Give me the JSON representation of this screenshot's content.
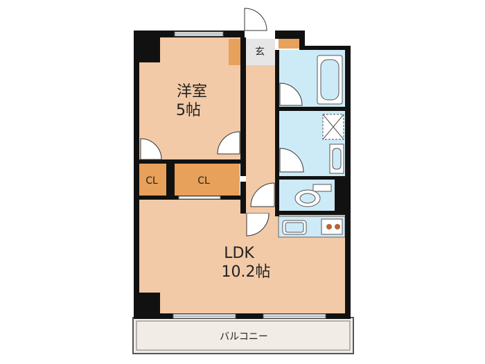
{
  "floorplan": {
    "rooms": {
      "western_room": {
        "name": "洋室",
        "size": "5帖"
      },
      "ldk": {
        "name": "LDK",
        "size": "10.2帖"
      },
      "closet_left": {
        "label": "CL"
      },
      "closet_right": {
        "label": "CL"
      },
      "entrance": {
        "label": "玄"
      },
      "balcony": {
        "label": "バルコニー"
      }
    },
    "colors": {
      "room_fill": "#f2caa7",
      "wet_area_fill": "#cdeaf7",
      "closet_fill": "#e8a15a",
      "entrance_fill": "#e6e6e6",
      "balcony_fill": "#f1ece6",
      "wall": "#111111"
    }
  }
}
